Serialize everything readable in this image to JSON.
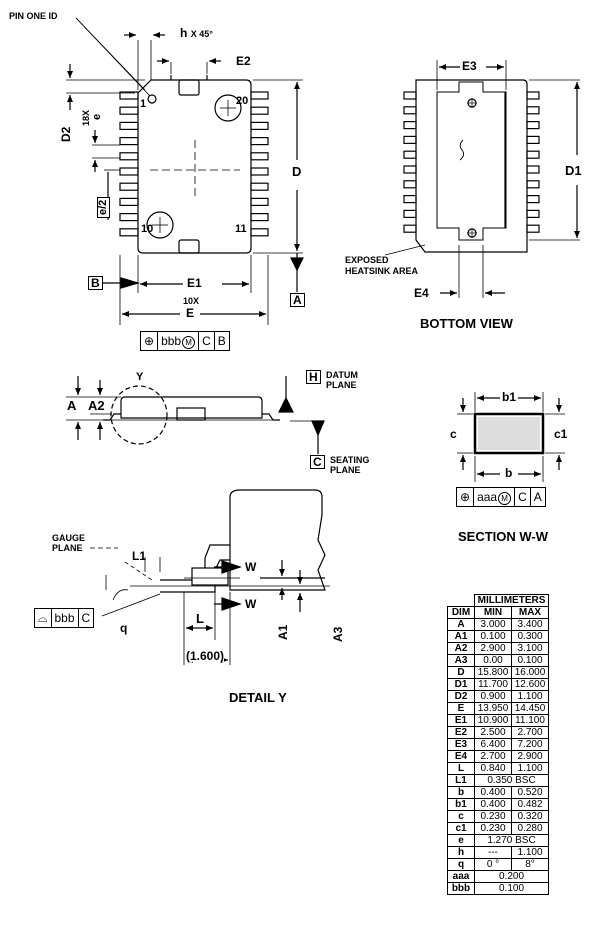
{
  "top_view": {
    "pin_one_id": "PIN ONE ID",
    "h_label": "h",
    "h_angle": "X 45°",
    "e2": "E2",
    "d2": "D2",
    "pitch_count": "18X",
    "pitch": "e",
    "half_pitch": "e/2",
    "d": "D",
    "pin_1": "1",
    "pin_20": "20",
    "pin_10": "10",
    "pin_11": "11",
    "datum_b": "B",
    "datum_a": "A",
    "e1": "E1",
    "e_count": "10X",
    "e": "E",
    "tolerance_frame": [
      "bbb",
      "C",
      "B"
    ],
    "mmc_symbol": "M"
  },
  "bottom_view": {
    "e3": "E3",
    "d1": "D1",
    "heatsink_note_line1": "EXPOSED",
    "heatsink_note_line2": "HEATSINK AREA",
    "e4": "E4",
    "title": "BOTTOM VIEW"
  },
  "side_view": {
    "a": "A",
    "a2": "A2",
    "y": "Y",
    "datum_h": "H",
    "datum_plane_1": "DATUM",
    "datum_plane_2": "PLANE",
    "datum_c": "C",
    "seating_plane_1": "SEATING",
    "seating_plane_2": "PLANE"
  },
  "section": {
    "b1": "b1",
    "c": "c",
    "c1": "c1",
    "b": "b",
    "tolerance_frame": [
      "aaa",
      "C",
      "A"
    ],
    "mmc_symbol": "M",
    "title": "SECTION W-W"
  },
  "detail": {
    "gauge_plane_1": "GAUGE",
    "gauge_plane_2": "PLANE",
    "l1": "L1",
    "w_upper": "W",
    "w_lower": "W",
    "l": "L",
    "a1": "A1",
    "a3": "A3",
    "q": "q",
    "reference": "(1.600)",
    "flatness_frame": [
      "bbb",
      "C"
    ],
    "title": "DETAIL Y"
  },
  "dimension_table": {
    "header_group": "MILLIMETERS",
    "headers": [
      "DIM",
      "MIN",
      "MAX"
    ],
    "rows": [
      {
        "dim": "A",
        "min": "3.000",
        "max": "3.400"
      },
      {
        "dim": "A1",
        "min": "0.100",
        "max": "0.300"
      },
      {
        "dim": "A2",
        "min": "2.900",
        "max": "3.100"
      },
      {
        "dim": "A3",
        "min": "0.00",
        "max": "0.100"
      },
      {
        "dim": "D",
        "min": "15.800",
        "max": "16.000"
      },
      {
        "dim": "D1",
        "min": "11.700",
        "max": "12.600"
      },
      {
        "dim": "D2",
        "min": "0.900",
        "max": "1.100"
      },
      {
        "dim": "E",
        "min": "13.950",
        "max": "14.450"
      },
      {
        "dim": "E1",
        "min": "10.900",
        "max": "11.100"
      },
      {
        "dim": "E2",
        "min": "2.500",
        "max": "2.700"
      },
      {
        "dim": "E3",
        "min": "6.400",
        "max": "7.200"
      },
      {
        "dim": "E4",
        "min": "2.700",
        "max": "2.900"
      },
      {
        "dim": "L",
        "min": "0.840",
        "max": "1.100"
      },
      {
        "dim": "L1",
        "span": "0.350 BSC"
      },
      {
        "dim": "b",
        "min": "0.400",
        "max": "0.520"
      },
      {
        "dim": "b1",
        "min": "0.400",
        "max": "0.482"
      },
      {
        "dim": "c",
        "min": "0.230",
        "max": "0.320"
      },
      {
        "dim": "c1",
        "min": "0.230",
        "max": "0.280"
      },
      {
        "dim": "e",
        "span": "1.270 BSC"
      },
      {
        "dim": "h",
        "min": "---",
        "max": "1.100"
      },
      {
        "dim": "q",
        "min": "0 °",
        "max": "8°"
      },
      {
        "dim": "aaa",
        "span": "0.200"
      },
      {
        "dim": "bbb",
        "span": "0.100"
      }
    ]
  }
}
